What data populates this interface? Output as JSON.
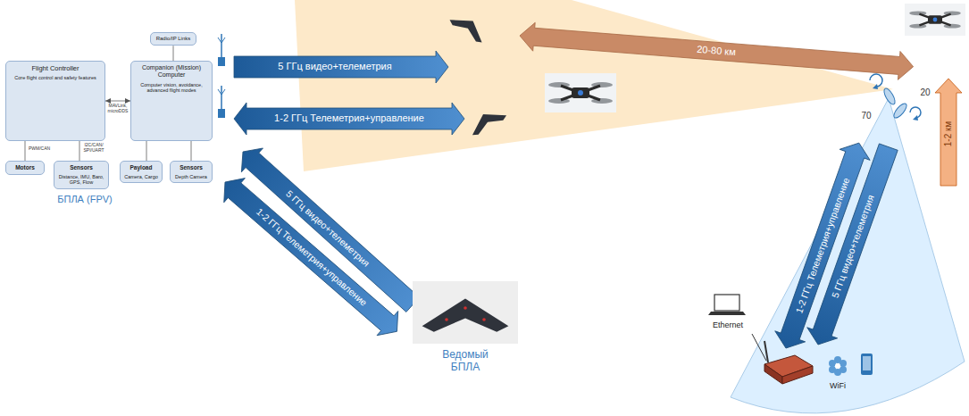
{
  "diagram": {
    "nodes": [
      {
        "text": [
          "Radio/IP Links"
        ]
      },
      {
        "text": [
          "Flight Controller",
          "Core flight control and safety features"
        ]
      },
      {
        "text": [
          "Companion (Mission) Computer",
          "Computer vision, avoidance, advanced flight modes"
        ]
      },
      {
        "text": [
          "Motors"
        ]
      },
      {
        "text": [
          "Sensors",
          "Distance, IMU, Baro, GPS, Flow"
        ]
      },
      {
        "text": [
          "Payload",
          "Camera, Cargo"
        ]
      },
      {
        "text": [
          "Sensors",
          "Depth Camera"
        ]
      }
    ],
    "edges": [
      {
        "from": 1,
        "to": 2,
        "label": "MAVLink, microDDS",
        "arrow": "both"
      },
      {
        "from": 0,
        "to": 2,
        "arrow": "none"
      },
      {
        "from": 1,
        "to": 3,
        "label": "PWM/CAN",
        "arrow": "none"
      },
      {
        "from": 1,
        "to": 4,
        "label": "I2C/CAN/ SPI/UART",
        "arrow": "none"
      },
      {
        "from": 2,
        "to": 5,
        "arrow": "none"
      },
      {
        "from": 2,
        "to": 6,
        "arrow": "none"
      }
    ],
    "labels": [
      "5 ГГц видео+телеметрия",
      "1-2 ГГц Телеметрия+управление",
      "20-80 км",
      "20",
      "70",
      "1-2 км",
      "БПЛА (FPV)",
      "5 ГГц видео+телеметрия",
      "1-2 ГГц Телеметрия+управление",
      "1-2 ГГц Телеметрия+управление",
      "5 ГГц видео+телеметрия",
      "Ведомый БПЛА",
      "Ethernet",
      "WiFi"
    ]
  }
}
